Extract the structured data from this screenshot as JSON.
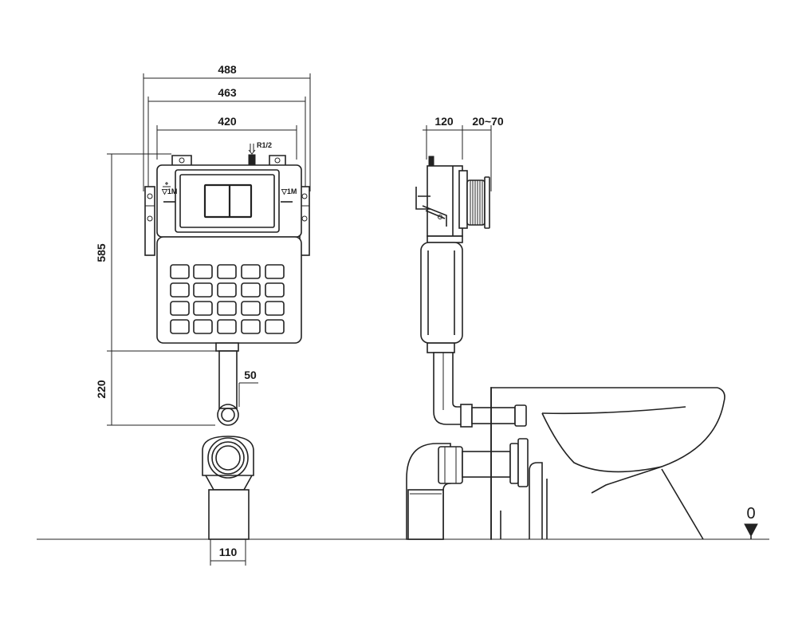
{
  "dimensions": {
    "width_outer": "488",
    "width_mid": "463",
    "width_inner": "420",
    "height_frame": "585",
    "height_outlet": "220",
    "pipe_diameter": "50",
    "waste_diameter": "110",
    "depth": "120",
    "adjust_range": "20~70"
  },
  "labels": {
    "inlet": "R1/2",
    "level_left": "▽1M",
    "level_right": "▽1M",
    "floor_level": "0"
  },
  "colors": {
    "line": "#222222",
    "background": "#ffffff"
  }
}
